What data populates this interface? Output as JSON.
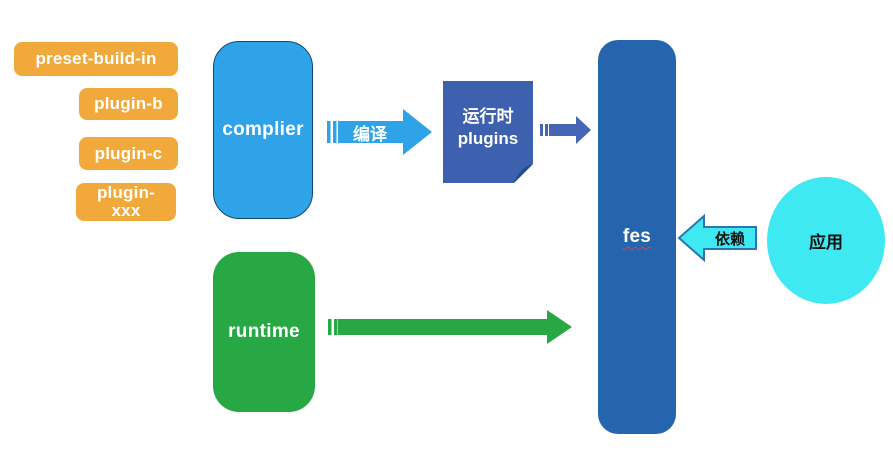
{
  "canvas": {
    "background": "#ffffff"
  },
  "palette": {
    "badge_orange": "#F2A93C",
    "complier_blue": "#2EA3E8",
    "complier_border": "#15486F",
    "note_blue": "#3D61AE",
    "note_fold": "#27488C",
    "fes_blue": "#2565AE",
    "small_arrow_blue": "#4566B4",
    "runtime_green": "#27A844",
    "cyan": "#3FE9F1",
    "cyan_arrow_border": "#2E74B5",
    "label_light": "#FFFFFF",
    "label_dark": "#111111",
    "spellcheck_underline": "#E04343"
  },
  "nodes": {
    "presets": [
      {
        "label": "preset-build-in"
      },
      {
        "label": "plugin-b"
      },
      {
        "label": "plugin-c"
      },
      {
        "label": "plugin-xxx"
      }
    ],
    "complier": {
      "label": "complier"
    },
    "runtime_plugins": {
      "line1": "运行时",
      "line2": "plugins"
    },
    "fes": {
      "label": "fes"
    },
    "runtime": {
      "label": "runtime"
    },
    "app": {
      "label": "应用"
    }
  },
  "arrows": {
    "compile": {
      "label": "编译",
      "direction": "right"
    },
    "plugins_to_fes": {
      "label": "",
      "direction": "right"
    },
    "runtime_to_fes": {
      "label": "",
      "direction": "right"
    },
    "depend": {
      "label": "依赖",
      "direction": "left"
    }
  }
}
